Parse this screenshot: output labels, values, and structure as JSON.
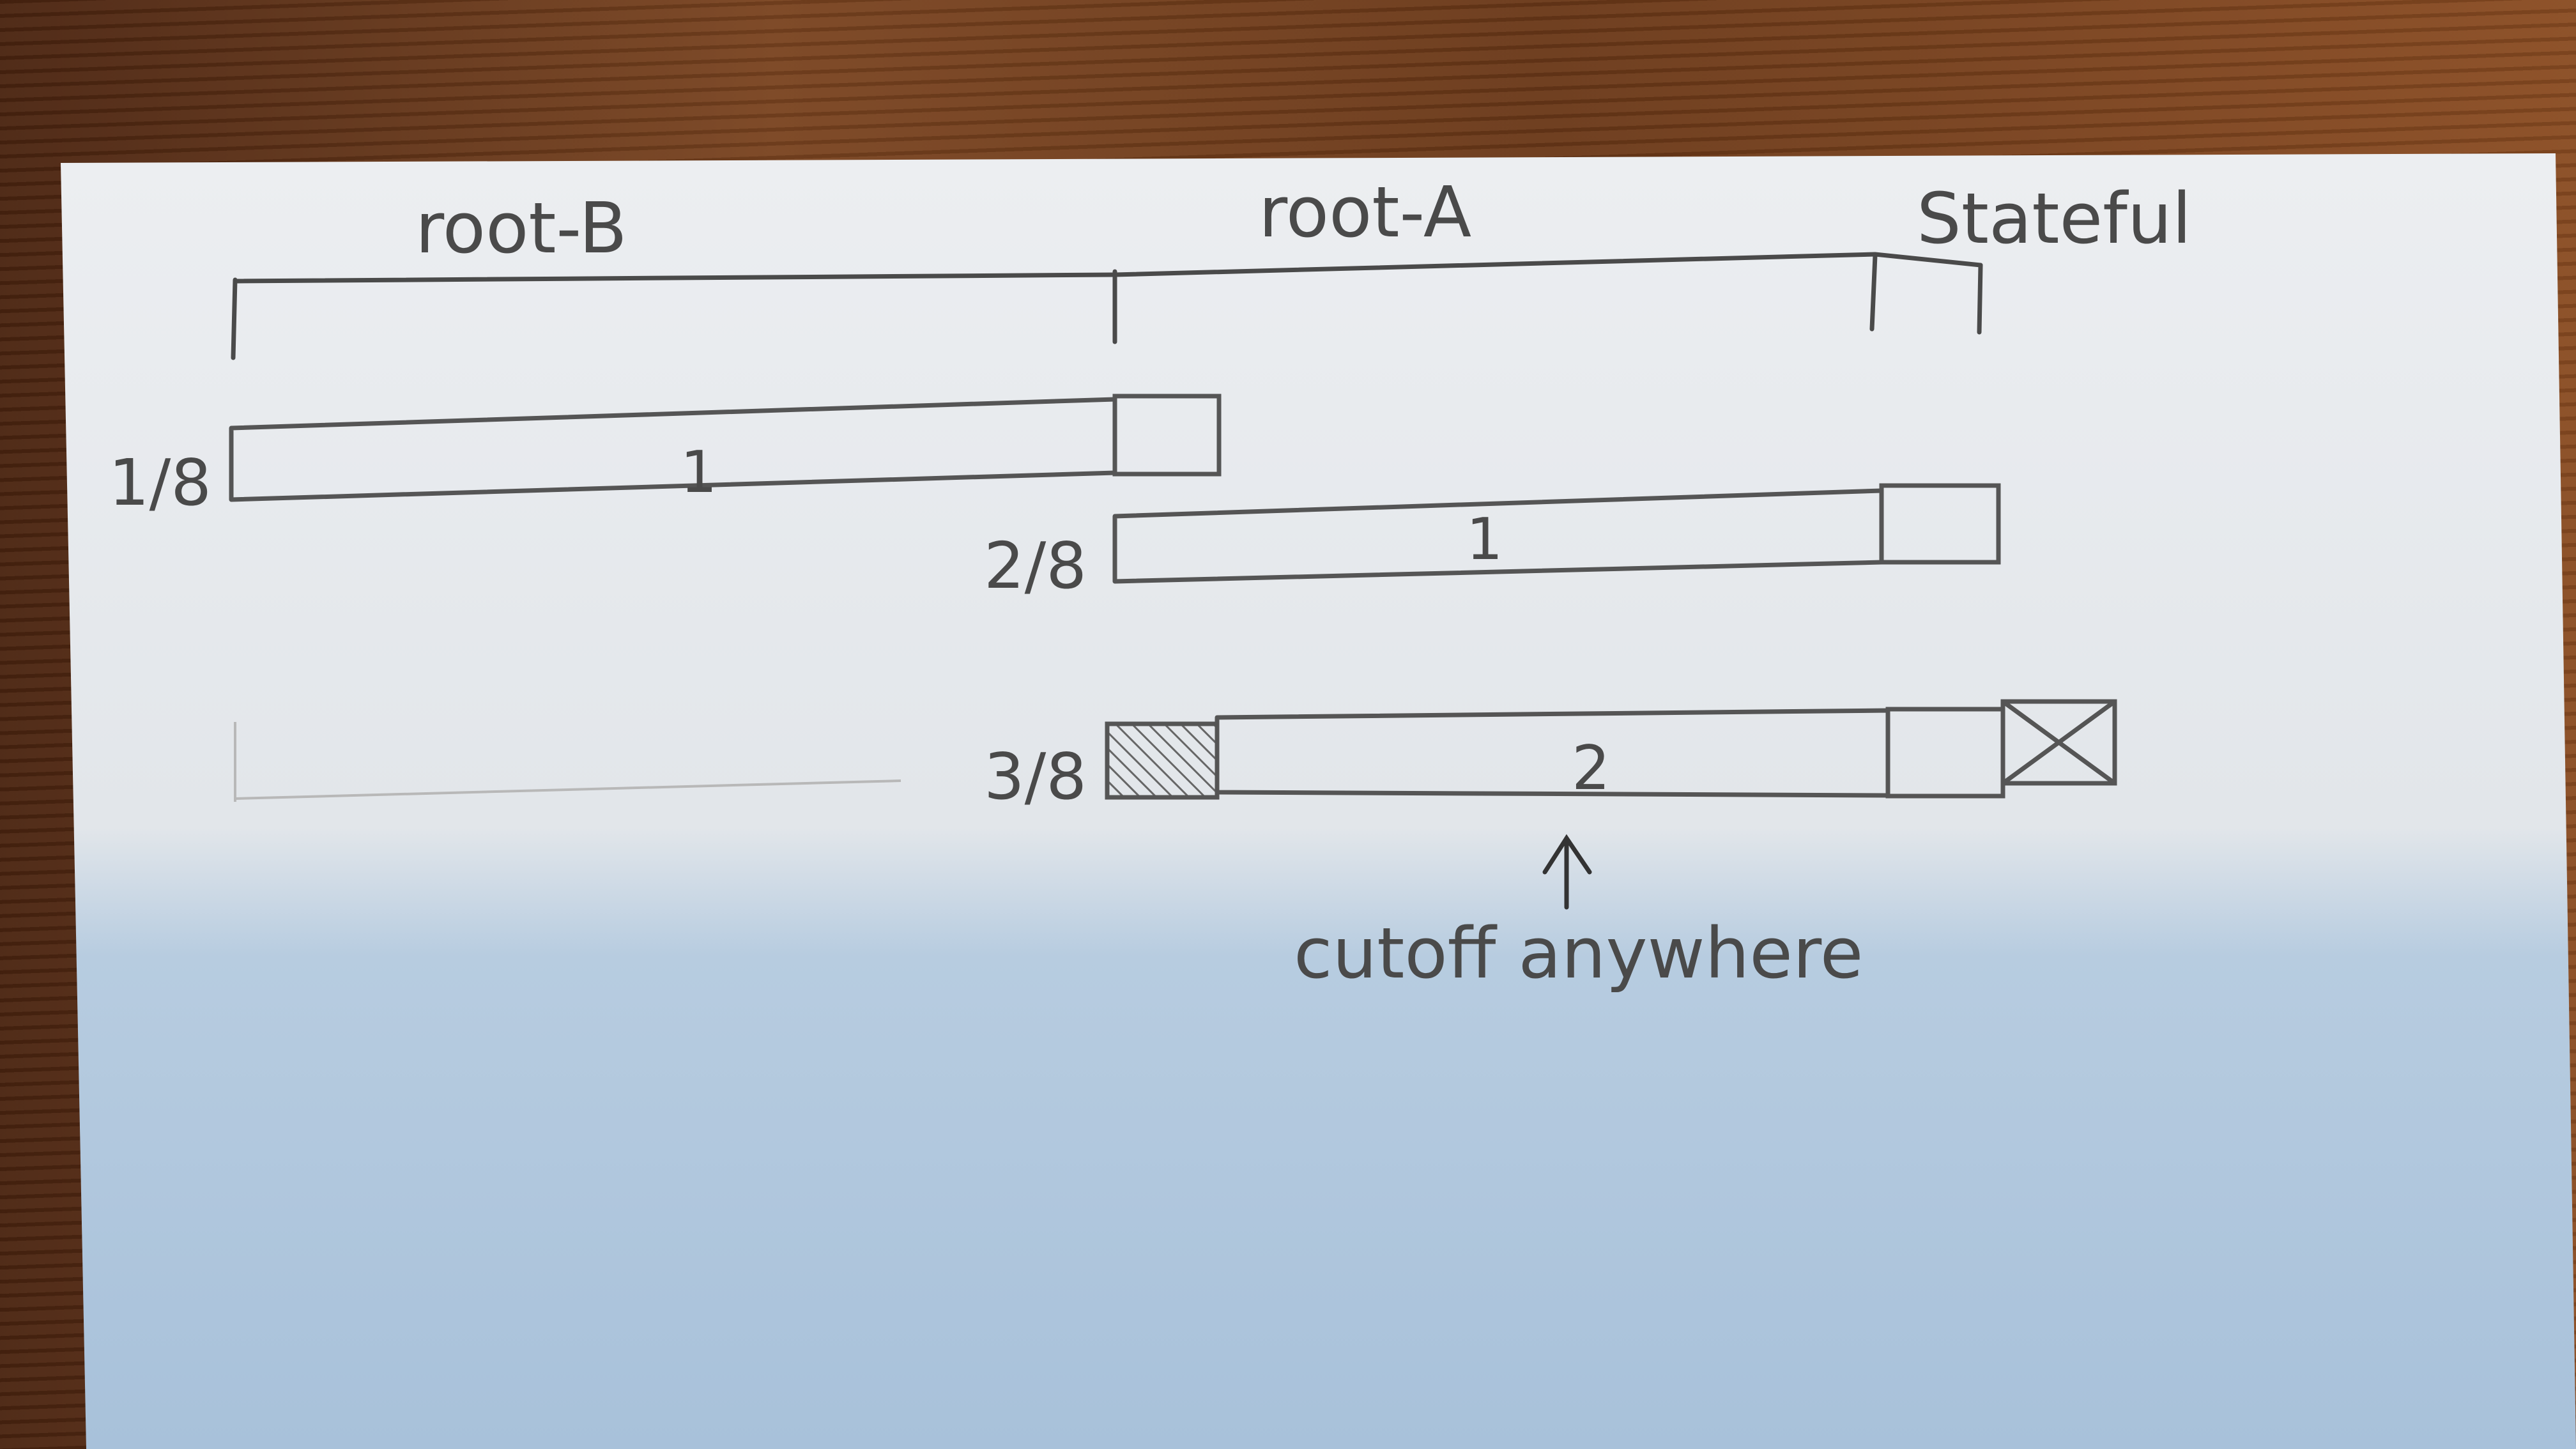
{
  "labels": {
    "root_b": "root-B",
    "root_a": "root-A",
    "stateful": "Stateful"
  },
  "rows": [
    {
      "fraction": "1/8",
      "segment_label": "1"
    },
    {
      "fraction": "2/8",
      "segment_label": "1"
    },
    {
      "fraction": "3/8",
      "segment_label": "2"
    }
  ],
  "annotation": "cutoff anywhere",
  "colors": {
    "paper": "#eceef1",
    "paper_shadow": "#aac3dc",
    "ink": "#4a4a4a",
    "desk": "#6a3818"
  }
}
